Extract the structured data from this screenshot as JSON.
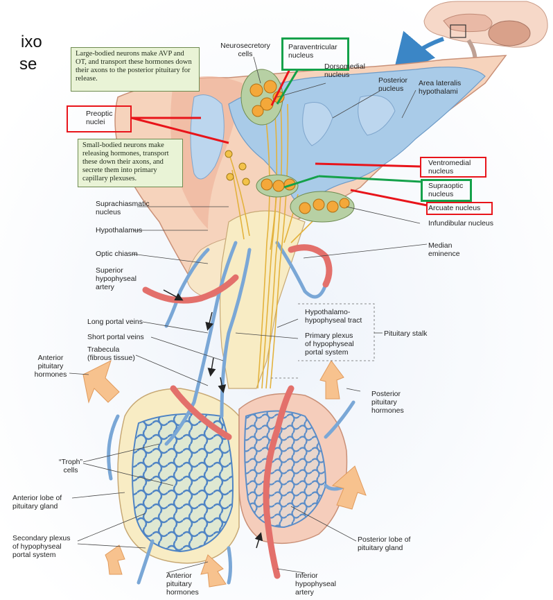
{
  "slide_fragment": {
    "line1": "ixo",
    "line2": "se"
  },
  "callouts": {
    "large_bodied": "Large-bodied neurons make AVP and OT, and transport these hormones down their axons to the posterior pituitary for release.",
    "small_bodied": "Small-bodied neurons make releasing hormones, transport these down their axons, and secrete them into primary capillary  plexuses."
  },
  "labels": {
    "neurosecretory": "Neurosecretory\ncells",
    "paraventricular": "Paraventricular\nnucleus",
    "dorsomedial": "Dorsomedial\nnucleus",
    "posterior_nucleus": "Posterior\nnucleus",
    "area_lateralis": "Area lateralis\nhypothalami",
    "preoptic": "Preoptic\nnuclei",
    "ventromedial": "Ventromedial\nnucleus",
    "supraoptic": "Supraoptic\nnucleus",
    "arcuate": "Arcuate nucleus",
    "infundibular": "Infundibular nucleus",
    "suprachiasmatic": "Suprachiasmatic\nnucleus",
    "hypothalamus": "Hypothalamus",
    "optic_chiasm": "Optic chiasm",
    "superior_artery": "Superior\nhypophyseal\nartery",
    "median_eminence": "Median\neminence",
    "hypothalamo_tract": "Hypothalamo-\nhypophyseal tract",
    "primary_plexus": "Primary plexus\nof hypophyseal\nportal system",
    "pituitary_stalk": "Pituitary stalk",
    "long_portal": "Long portal veins",
    "short_portal": "Short portal veins",
    "trabecula": "Trabecula\n(fibrous tissue)",
    "anterior_hormones_left": "Anterior\npituitary\nhormones",
    "posterior_hormones": "Posterior\npituitary\nhormones",
    "troph_cells": "“Troph”\ncells",
    "anterior_lobe": "Anterior lobe of\npituitary gland",
    "secondary_plexus": "Secondary plexus\nof hypophyseal\nportal system",
    "posterior_lobe": "Posterior lobe of\npituitary gland",
    "anterior_hormones_bottom": "Anterior\npituitary\nhormones",
    "inferior_artery": "Inferior\nhypophyseal\nartery"
  },
  "colors": {
    "highlight_red": "#e8141a",
    "highlight_green": "#14a14a",
    "ventricle_blue": "#a9cbe8",
    "vessel_blue": "#7aa7d6",
    "artery_red": "#e3706b",
    "neuron_orange": "#f4a83a",
    "tissue_peach": "#f6d3bc",
    "anterior_lobe_green": "#dfe8d2",
    "stalk_yellow": "#f8ecc4"
  }
}
